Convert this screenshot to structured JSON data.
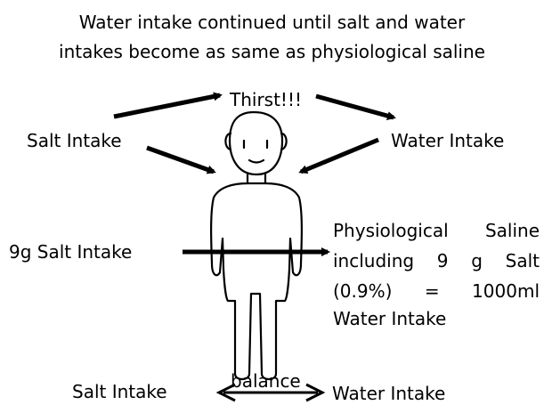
{
  "title": {
    "line1": "Water intake continued until salt and water",
    "line2": "intakes become as same as physiological saline"
  },
  "labels": {
    "thirst": "Thirst!!!",
    "salt_intake_top": "Salt Intake",
    "water_intake_top": "Water Intake",
    "salt_intake_9g": "9g Salt Intake",
    "saline_line_1": "Physiological  Saline",
    "saline_line_2": "including  9 g   Salt",
    "saline_line_3": "(0.9%)   =   1000ml",
    "saline_line_4": "Water Intake",
    "salt_intake_bottom": "Salt Intake",
    "balance": "balance",
    "water_intake_bottom": "Water Intake"
  }
}
